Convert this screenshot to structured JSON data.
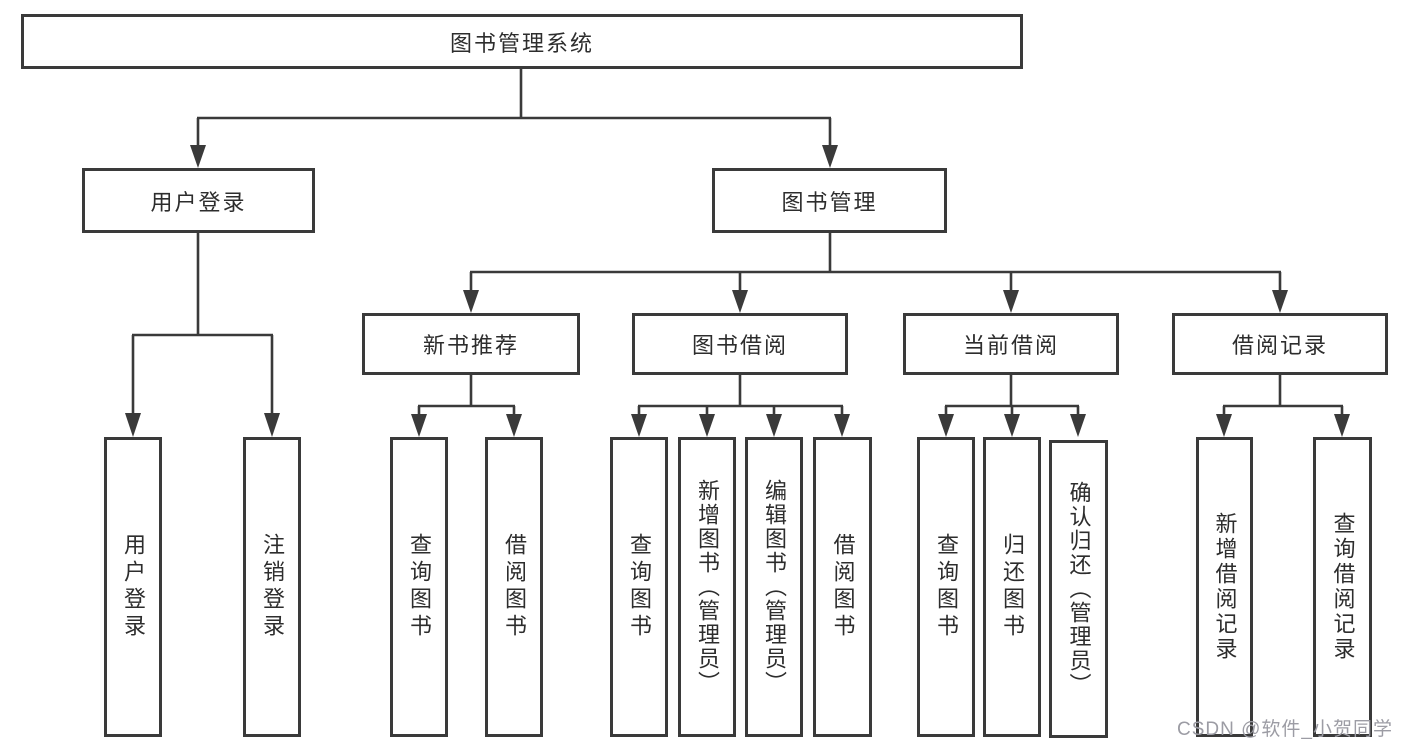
{
  "diagram": {
    "tree": {
      "label": "图书管理系统",
      "children": [
        {
          "label": "用户登录",
          "children": [
            {
              "label": "用户登录"
            },
            {
              "label": "注销登录"
            }
          ]
        },
        {
          "label": "图书管理",
          "children": [
            {
              "label": "新书推荐",
              "children": [
                {
                  "label": "查询图书"
                },
                {
                  "label": "借阅图书"
                }
              ]
            },
            {
              "label": "图书借阅",
              "children": [
                {
                  "label": "查询图书"
                },
                {
                  "label": "新增图书（管理员）"
                },
                {
                  "label": "编辑图书（管理员）"
                },
                {
                  "label": "借阅图书"
                }
              ]
            },
            {
              "label": "当前借阅",
              "children": [
                {
                  "label": "查询图书"
                },
                {
                  "label": "归还图书"
                },
                {
                  "label": "确认归还（管理员）"
                }
              ]
            },
            {
              "label": "借阅记录",
              "children": [
                {
                  "label": "新增借阅记录"
                },
                {
                  "label": "查询借阅记录"
                }
              ]
            }
          ]
        }
      ]
    },
    "line_color": "#3a3a3a",
    "text_color": "#2d2d2d"
  },
  "watermark": {
    "text": "CSDN @软件_小贺同学"
  }
}
